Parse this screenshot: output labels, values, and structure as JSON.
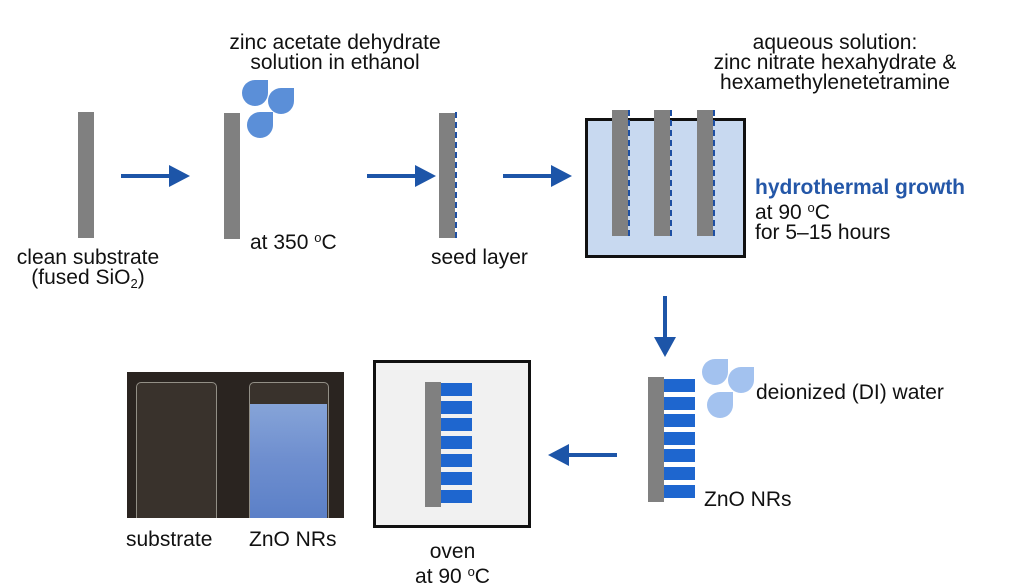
{
  "colors": {
    "arrow": "#1d55a8",
    "substrate": "#808080",
    "seed_layer": "#1d4fa3",
    "nanorods": "#1e66cf",
    "drop_ethanol": "#5b8fd8",
    "drop_water": "#a3c2ef",
    "solution": "#c8d9f0",
    "oven": "#f1f1f1",
    "highlight_text": "#2457a8"
  },
  "steps": {
    "clean": {
      "label_line1": "clean substrate",
      "label_line2_prefix": "(fused SiO",
      "label_line2_sub": "2",
      "label_line2_suffix": ")"
    },
    "seeding": {
      "reagent_line1": "zinc acetate dehydrate",
      "reagent_line2": "solution in ethanol",
      "temp_prefix": "at 350 ",
      "temp_deg": "o",
      "temp_unit": "C"
    },
    "seed": {
      "label": "seed layer"
    },
    "growth": {
      "reagent_line1": "aqueous solution:",
      "reagent_line2": "zinc nitrate hexahydrate &",
      "reagent_line3": "hexamethylenetetramine",
      "title": "hydrothermal growth",
      "temp_prefix": "at 90 ",
      "temp_deg": "o",
      "temp_unit": "C",
      "duration": "for 5–15 hours",
      "substrate_count": 3
    },
    "rinse": {
      "reagent": "deionized (DI) water",
      "product": "ZnO NRs",
      "nanorod_count": 7
    },
    "dry": {
      "label": "oven",
      "temp_prefix": "at 90 ",
      "temp_deg": "o",
      "temp_unit": "C",
      "nanorod_count": 7
    },
    "photo": {
      "left_label": "substrate",
      "right_label": "ZnO NRs"
    }
  },
  "icons": {
    "arrow": "arrow-icon",
    "droplet": "droplet-icon"
  }
}
